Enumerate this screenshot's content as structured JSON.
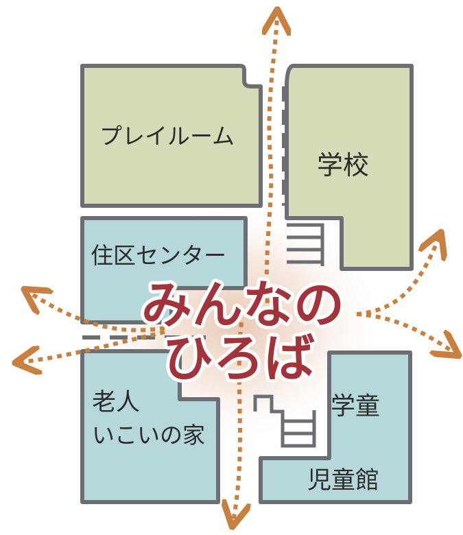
{
  "title": {
    "line1": "みんなの",
    "line2": "ひろば"
  },
  "rooms": {
    "playroom": "プレイルーム",
    "school": "学校",
    "community_center": "住区センター",
    "elderly_line1": "老人",
    "elderly_line2": "いこいの家",
    "gakudo": "学童",
    "jidokan": "児童館"
  },
  "colors": {
    "green_room": "#d6dcb8",
    "blue_room": "#b6d8db",
    "wall": "#6b6f73",
    "arrow": "#c7803f",
    "title_red": "#a3333b",
    "center_glow": "#e8c6b0"
  }
}
